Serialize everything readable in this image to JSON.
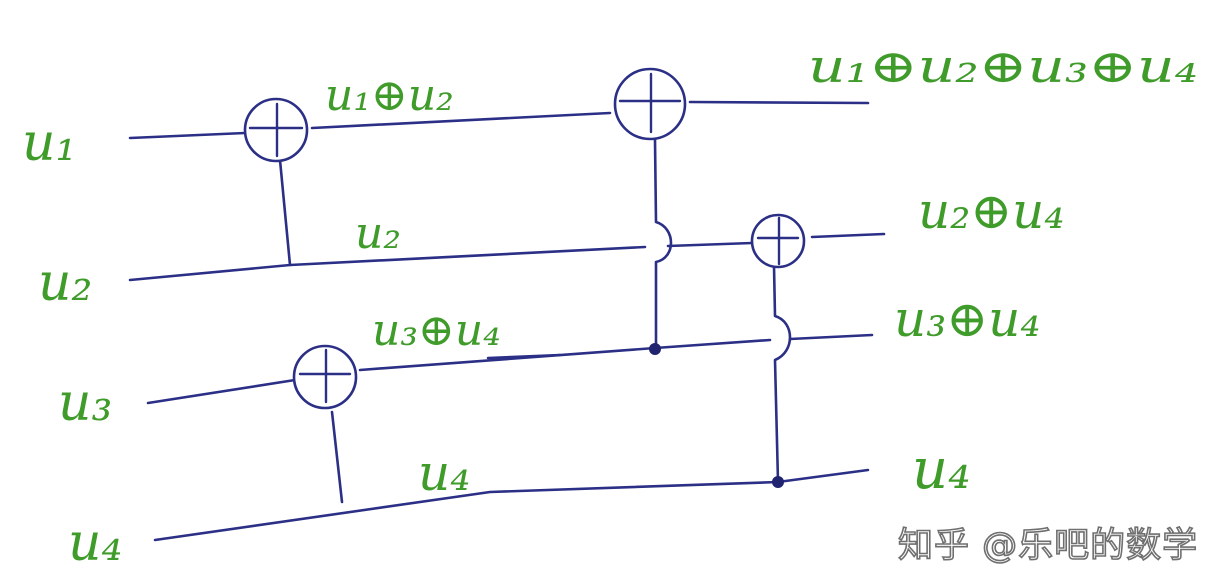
{
  "inputs": {
    "u1": "u₁",
    "u2": "u₂",
    "u3": "u₃",
    "u4": "u₄"
  },
  "intermediate": {
    "top_wire": "u₁⊕u₂",
    "second_wire": "u₂",
    "third_wire": "u₃⊕u₄",
    "bottom_wire": "u₄"
  },
  "outputs": {
    "out1": "u₁⊕u₂⊕u₃⊕u₄",
    "out2": "u₂⊕u₄",
    "out3": "u₃⊕u₄",
    "out4": "u₄"
  },
  "watermark": "知乎 @乐吧的数学",
  "colors": {
    "wire": "#2b2f86",
    "label": "#3f9b2a"
  }
}
